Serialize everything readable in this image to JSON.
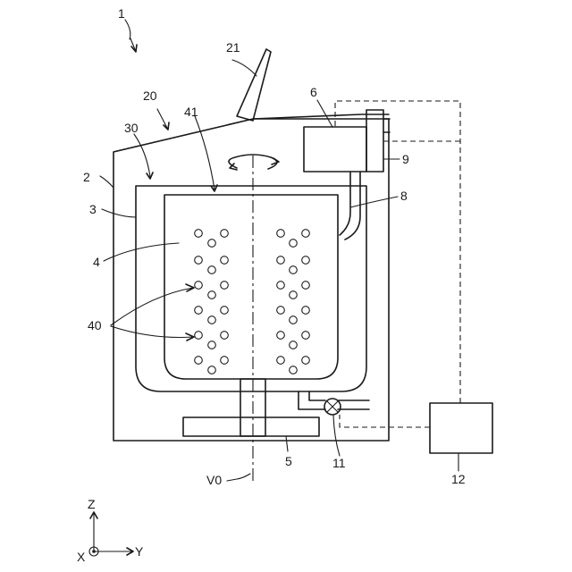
{
  "labels": {
    "n1": "1",
    "n2": "2",
    "n3": "3",
    "n4": "4",
    "n5": "5",
    "n6": "6",
    "n8": "8",
    "n9": "9",
    "n11": "11",
    "n12": "12",
    "n20": "20",
    "n21": "21",
    "n30": "30",
    "n40": "40",
    "n41": "41",
    "v0": "V0"
  },
  "axes": {
    "z": "Z",
    "y": "Y",
    "x": "X"
  }
}
